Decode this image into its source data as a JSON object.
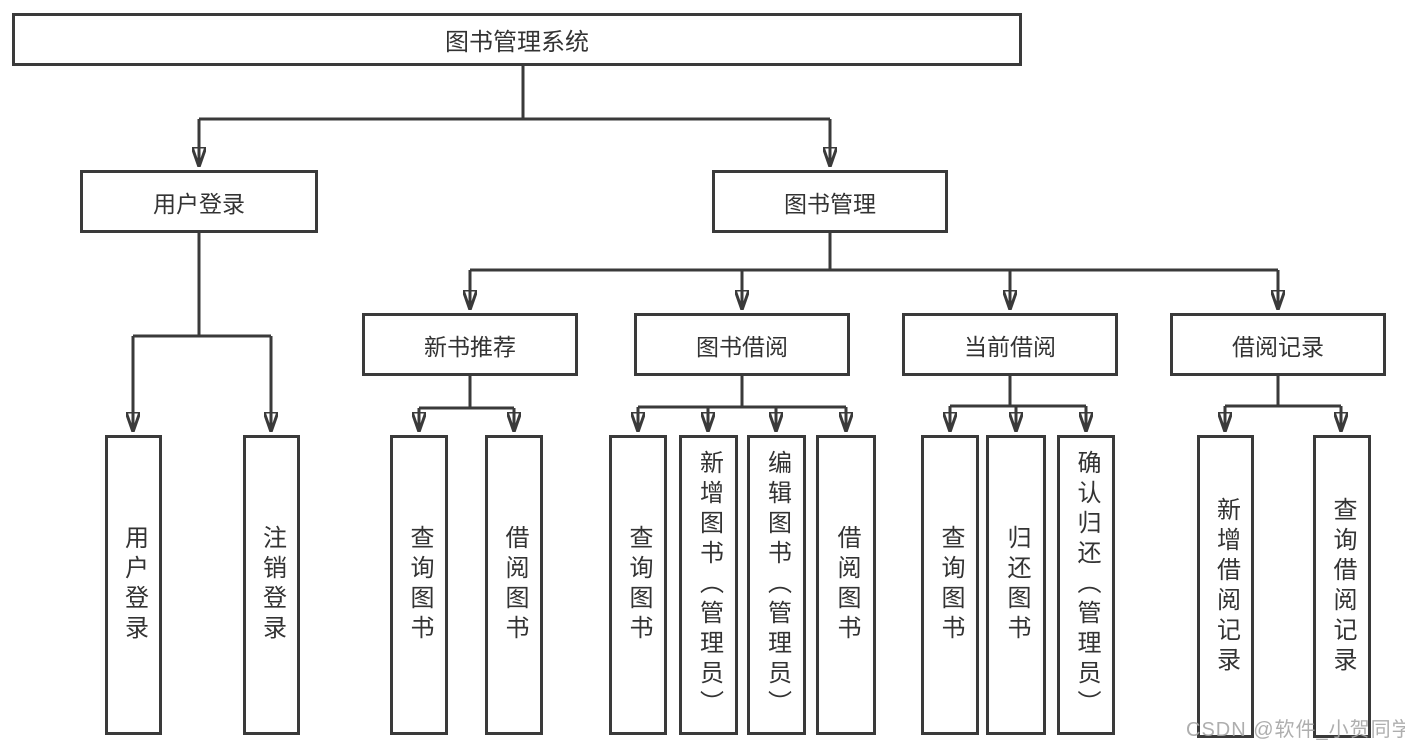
{
  "diagram": {
    "nodes": {
      "root": "图书管理系统",
      "user_login": "用户登录",
      "book_mgmt": "图书管理",
      "new_book_rec": "新书推荐",
      "book_borrow": "图书借阅",
      "current_borrow": "当前借阅",
      "borrow_record": "借阅记录",
      "leaf_user_login": "用户登录",
      "leaf_logout": "注销登录",
      "leaf_query_book_1": "查询图书",
      "leaf_borrow_book_1": "借阅图书",
      "leaf_query_book_2": "查询图书",
      "leaf_add_book": "新增图书（管理员）",
      "leaf_edit_book": "编辑图书（管理员）",
      "leaf_borrow_book_2": "借阅图书",
      "leaf_query_book_3": "查询图书",
      "leaf_return_book": "归还图书",
      "leaf_confirm_return": "确认归还（管理员）",
      "leaf_add_record": "新增借阅记录",
      "leaf_query_record": "查询借阅记录"
    },
    "structure": [
      {
        "parent": "图书管理系统",
        "children": [
          "用户登录",
          "图书管理"
        ]
      },
      {
        "parent": "用户登录",
        "children": [
          "用户登录",
          "注销登录"
        ]
      },
      {
        "parent": "图书管理",
        "children": [
          "新书推荐",
          "图书借阅",
          "当前借阅",
          "借阅记录"
        ]
      },
      {
        "parent": "新书推荐",
        "children": [
          "查询图书",
          "借阅图书"
        ]
      },
      {
        "parent": "图书借阅",
        "children": [
          "查询图书",
          "新增图书（管理员）",
          "编辑图书（管理员）",
          "借阅图书"
        ]
      },
      {
        "parent": "当前借阅",
        "children": [
          "查询图书",
          "归还图书",
          "确认归还（管理员）"
        ]
      },
      {
        "parent": "借阅记录",
        "children": [
          "新增借阅记录",
          "查询借阅记录"
        ]
      }
    ]
  },
  "watermark": "CSDN @软件_小贺同学",
  "colors": {
    "line": "#3a3a3a",
    "text": "#333333",
    "watermark": "#a5a5a5",
    "background": "#ffffff"
  }
}
